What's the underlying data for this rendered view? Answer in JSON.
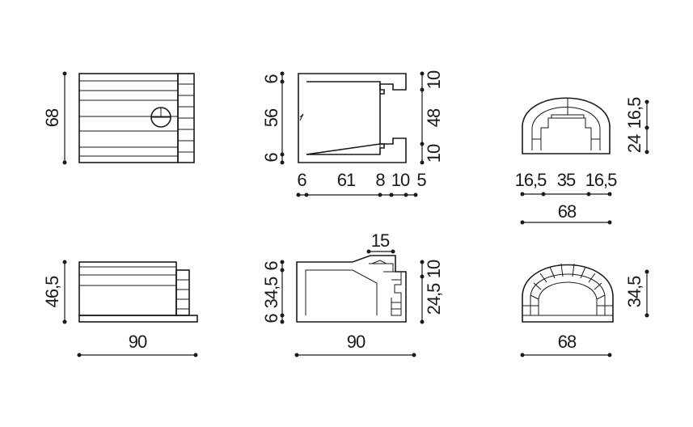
{
  "views": {
    "top_front": {
      "height": "68"
    },
    "top_section": {
      "left_top": "6",
      "left_mid": "56",
      "left_bottom": "6",
      "right_top": "10",
      "right_mid": "48",
      "right_bottom": "10",
      "bottom_a": "6",
      "bottom_b": "61",
      "bottom_c": "8",
      "bottom_d": "10",
      "bottom_e": "5"
    },
    "top_arch": {
      "right_top": "16,5",
      "right_bottom": "24",
      "bottom_a": "16,5",
      "bottom_b": "35",
      "bottom_c": "16,5",
      "overall": "68"
    },
    "bottom_side": {
      "height": "46,5",
      "width": "90"
    },
    "bottom_section": {
      "top": "15",
      "left_top": "6",
      "left_mid": "34,5",
      "left_bottom": "6",
      "right_top": "10",
      "right_bottom": "24,5",
      "width": "90"
    },
    "bottom_arch": {
      "height": "34,5",
      "width": "68"
    }
  },
  "colors": {
    "ink": "#1a1a1a",
    "background": "#ffffff"
  }
}
